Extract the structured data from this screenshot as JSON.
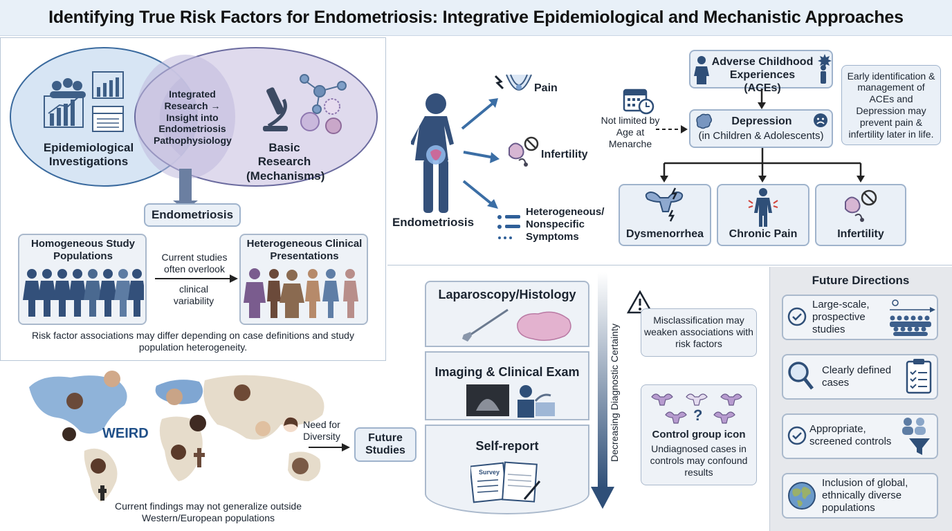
{
  "title": "Identifying True Risk Factors for Endometriosis: Integrative Epidemiological and Mechanistic Approaches",
  "venn": {
    "left_label": "Epidemiological Investigations",
    "center_label": "Integrated Research → Insight into Endometriosis Pathophysiology",
    "right_label": "Basic Research (Mechanisms)"
  },
  "endometriosis_box": "Endometriosis",
  "homogeneous": "Homogeneous Study Populations",
  "overlook_top": "Current studies often overlook",
  "overlook_bottom": "clinical variability",
  "heterogeneous": "Heterogeneous Clinical Presentations",
  "risk_note": "Risk factor associations may differ depending on case definitions and study population heterogeneity.",
  "map": {
    "weird_label": "WEIRD",
    "need_diversity": "Need for Diversity",
    "future_studies": "Future Studies",
    "caption": "Current findings may not generalize outside Western/European populations"
  },
  "symptoms": {
    "figure_label": "Endometriosis",
    "pain": "Pain",
    "infertility": "Infertility",
    "heterogeneous": "Heterogeneous/ Nonspecific Symptoms"
  },
  "aces": {
    "not_limited": "Not limited by Age at Menarche",
    "aces_box": "Adverse Childhood Experiences (ACEs)",
    "depression": "Depression",
    "depression_sub": "(in Children & Adolescents)",
    "early_note": "Early identification & management of ACEs and Depression may prevent pain & infertility later in life.",
    "outcomes": [
      "Dysmenorrhea",
      "Chronic Pain",
      "Infertility"
    ]
  },
  "diagnosis": {
    "levels": [
      "Laparoscopy/Histology",
      "Imaging & Clinical Exam",
      "Self-report"
    ],
    "certainty_label": "Decreasing Diagnostic Certainty",
    "survey_text": "Survey",
    "misclassification": "Misclassification may weaken associations with risk factors",
    "control_title": "Control group icon",
    "control_text": "Undiagnosed cases in controls may confound results"
  },
  "future": {
    "title": "Future Directions",
    "items": [
      "Large-scale, prospective studies",
      "Clearly defined cases",
      "Appropriate, screened controls",
      "Inclusion of global, ethnically diverse populations"
    ]
  },
  "colors": {
    "accent": "#2f4f78",
    "panel_bg": "#eaf0f7",
    "figure": "#34507a",
    "venn_left": "#d6e4f3",
    "venn_right": "#dcd6ec"
  }
}
